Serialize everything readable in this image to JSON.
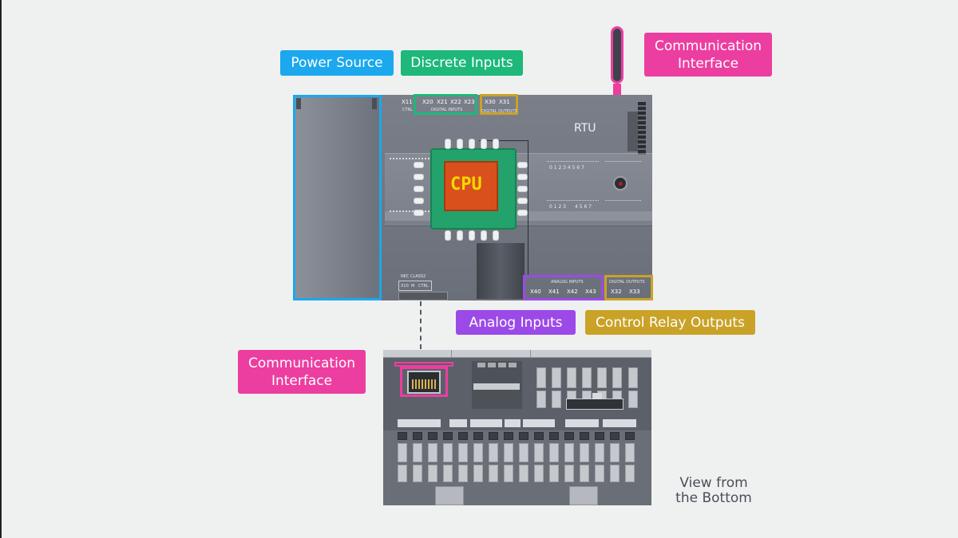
{
  "callouts": {
    "power_source": "Power Source",
    "discrete_inputs": "Discrete Inputs",
    "comm_interface_top_line1": "Communication",
    "comm_interface_top_line2": "Interface",
    "analog_inputs": "Analog Inputs",
    "control_relay_outputs": "Control Relay Outputs",
    "comm_interface_bottom_line1": "Communication",
    "comm_interface_bottom_line2": "Interface"
  },
  "device": {
    "name": "RTU",
    "cpu_label": "CPU",
    "top_terminals": [
      "X11",
      "X20",
      "X21",
      "X22",
      "X23",
      "X30",
      "X31"
    ],
    "ctrl_label": "CTRL",
    "digital_inputs_label": "DIGITAL INPUTS",
    "digital_outputs_label": "DIGITAL OUTPUTS",
    "led_row_1": "0 1 2 3 4 5 6 7",
    "led_row_2a": "0 1 2 3",
    "led_row_2b": "4 5 6 7",
    "nec_label": "NEC CLASS2",
    "bottom_left_terminals": [
      "X10",
      "M",
      "CTRL"
    ],
    "analog_inputs_label": "ANALOG INPUTS",
    "analog_terminals": [
      "X40",
      "X41",
      "X42",
      "X43"
    ],
    "digital_outputs_label_2": "DIGITAL OUTPUTS",
    "relay_terminals": [
      "X32",
      "X33"
    ]
  },
  "bottom_view": {
    "caption_line1": "View from",
    "caption_line2": "the Bottom"
  },
  "colors": {
    "power_source": "#1ba8ee",
    "discrete_inputs": "#1db87a",
    "communication": "#ec3ea0",
    "analog_inputs": "#9b4ae8",
    "control_relay": "#c9a227",
    "device_body": "#6f747e",
    "cpu_core": "#d9501c",
    "cpu_text": "#f5d800"
  }
}
